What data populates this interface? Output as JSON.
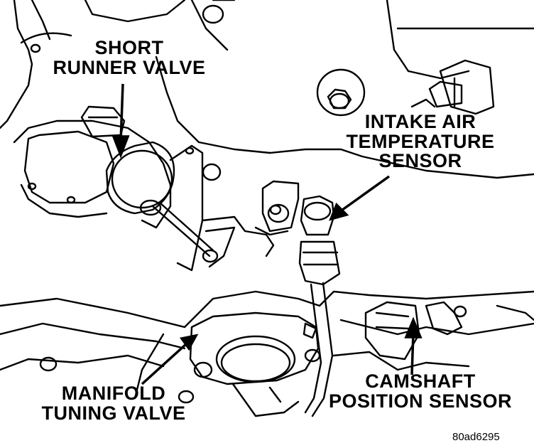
{
  "diagram": {
    "labels": {
      "short_runner_valve": [
        "SHORT",
        "RUNNER VALVE"
      ],
      "intake_air_temperature_sensor": [
        "INTAKE AIR",
        "TEMPERATURE",
        "SENSOR"
      ],
      "camshaft_position_sensor": [
        "CAMSHAFT",
        "POSITION SENSOR"
      ],
      "manifold_tuning_valve": [
        "MANIFOLD",
        "TUNING VALVE"
      ]
    },
    "figure_code": "80ad6295"
  }
}
